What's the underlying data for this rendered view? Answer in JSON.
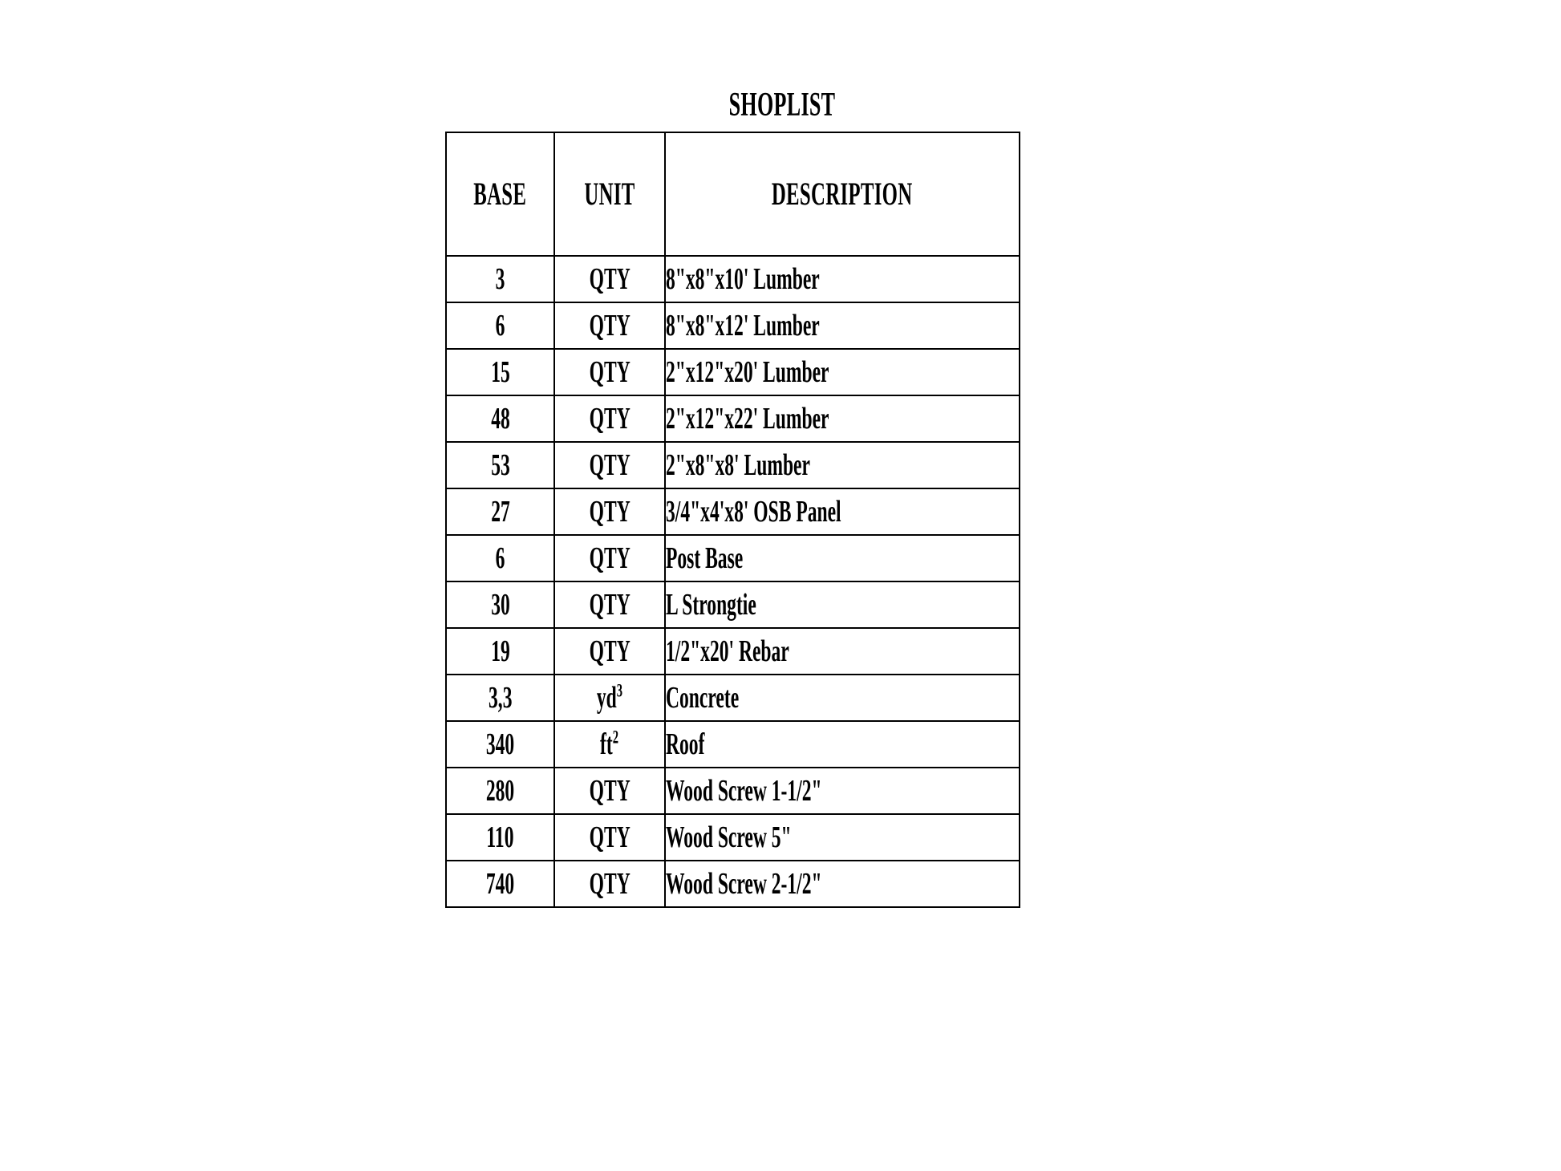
{
  "document": {
    "title": "SHOPLIST",
    "background_color": "#ffffff",
    "text_color": "#000000",
    "border_color": "#000000"
  },
  "table": {
    "columns": [
      {
        "key": "base",
        "header": "BASE",
        "align": "center"
      },
      {
        "key": "unit",
        "header": "UNIT",
        "align": "center"
      },
      {
        "key": "description",
        "header": "DESCRIPTION",
        "align": "left"
      }
    ],
    "rows": [
      {
        "base": "3",
        "unit": "QTY",
        "description": "8\"x8\"x10' Lumber"
      },
      {
        "base": "6",
        "unit": "QTY",
        "description": "8\"x8\"x12' Lumber"
      },
      {
        "base": "15",
        "unit": "QTY",
        "description": "2\"x12\"x20' Lumber"
      },
      {
        "base": "48",
        "unit": "QTY",
        "description": "2\"x12\"x22' Lumber"
      },
      {
        "base": "53",
        "unit": "QTY",
        "description": "2\"x8\"x8' Lumber"
      },
      {
        "base": "27",
        "unit": "QTY",
        "description": "3/4\"x4'x8' OSB Panel"
      },
      {
        "base": "6",
        "unit": "QTY",
        "description": "Post Base"
      },
      {
        "base": "30",
        "unit": "QTY",
        "description": "L Strongtie"
      },
      {
        "base": "19",
        "unit": "QTY",
        "description": "1/2\"x20' Rebar"
      },
      {
        "base": "3,3",
        "unit": "yd³",
        "description": "Concrete"
      },
      {
        "base": "340",
        "unit": "ft²",
        "description": "Roof"
      },
      {
        "base": "280",
        "unit": "QTY",
        "description": "Wood Screw 1-1/2\""
      },
      {
        "base": "110",
        "unit": "QTY",
        "description": "Wood Screw 5\""
      },
      {
        "base": "740",
        "unit": "QTY",
        "description": "Wood Screw 2-1/2\""
      }
    ]
  }
}
